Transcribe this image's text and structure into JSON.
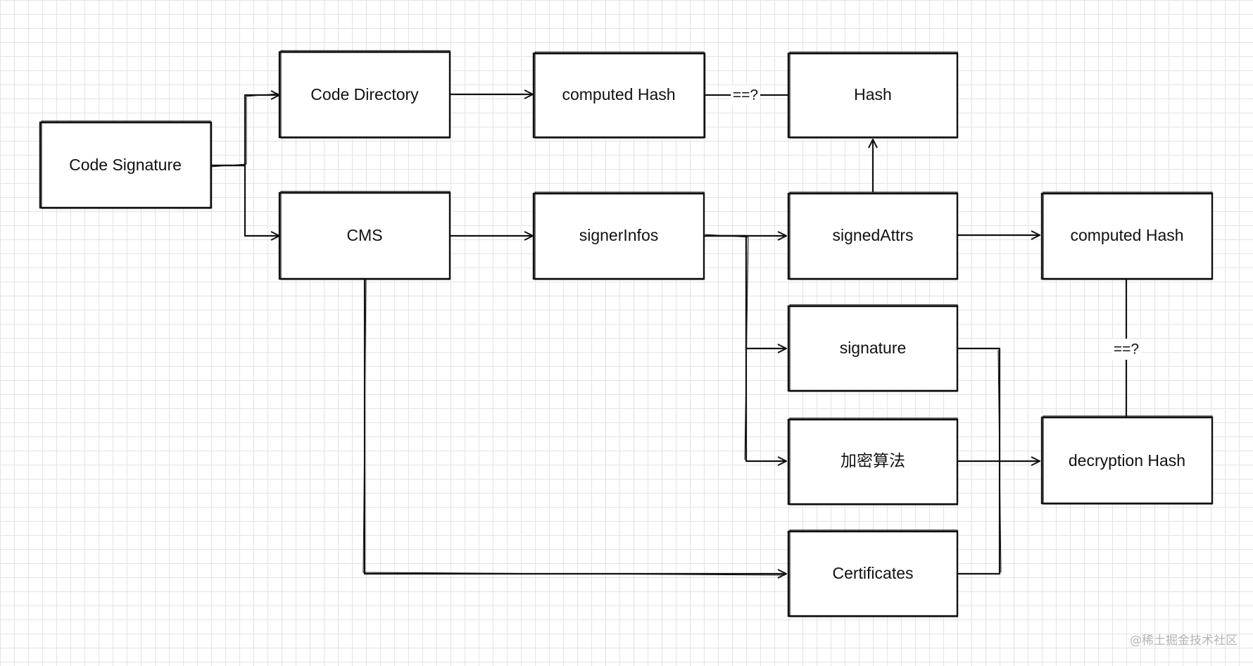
{
  "nodes": {
    "code_signature": "Code Signature",
    "code_directory": "Code Directory",
    "computed_hash_top": "computed Hash",
    "hash": "Hash",
    "cms": "CMS",
    "signer_infos": "signerInfos",
    "signed_attrs": "signedAttrs",
    "computed_hash_right": "computed Hash",
    "signature": "signature",
    "encryption_algorithm": "加密算法",
    "decryption_hash": "decryption Hash",
    "certificates": "Certificates"
  },
  "edge_labels": {
    "compare_top": "==?",
    "compare_right": "==?"
  },
  "watermark": "@稀土掘金技术社区"
}
